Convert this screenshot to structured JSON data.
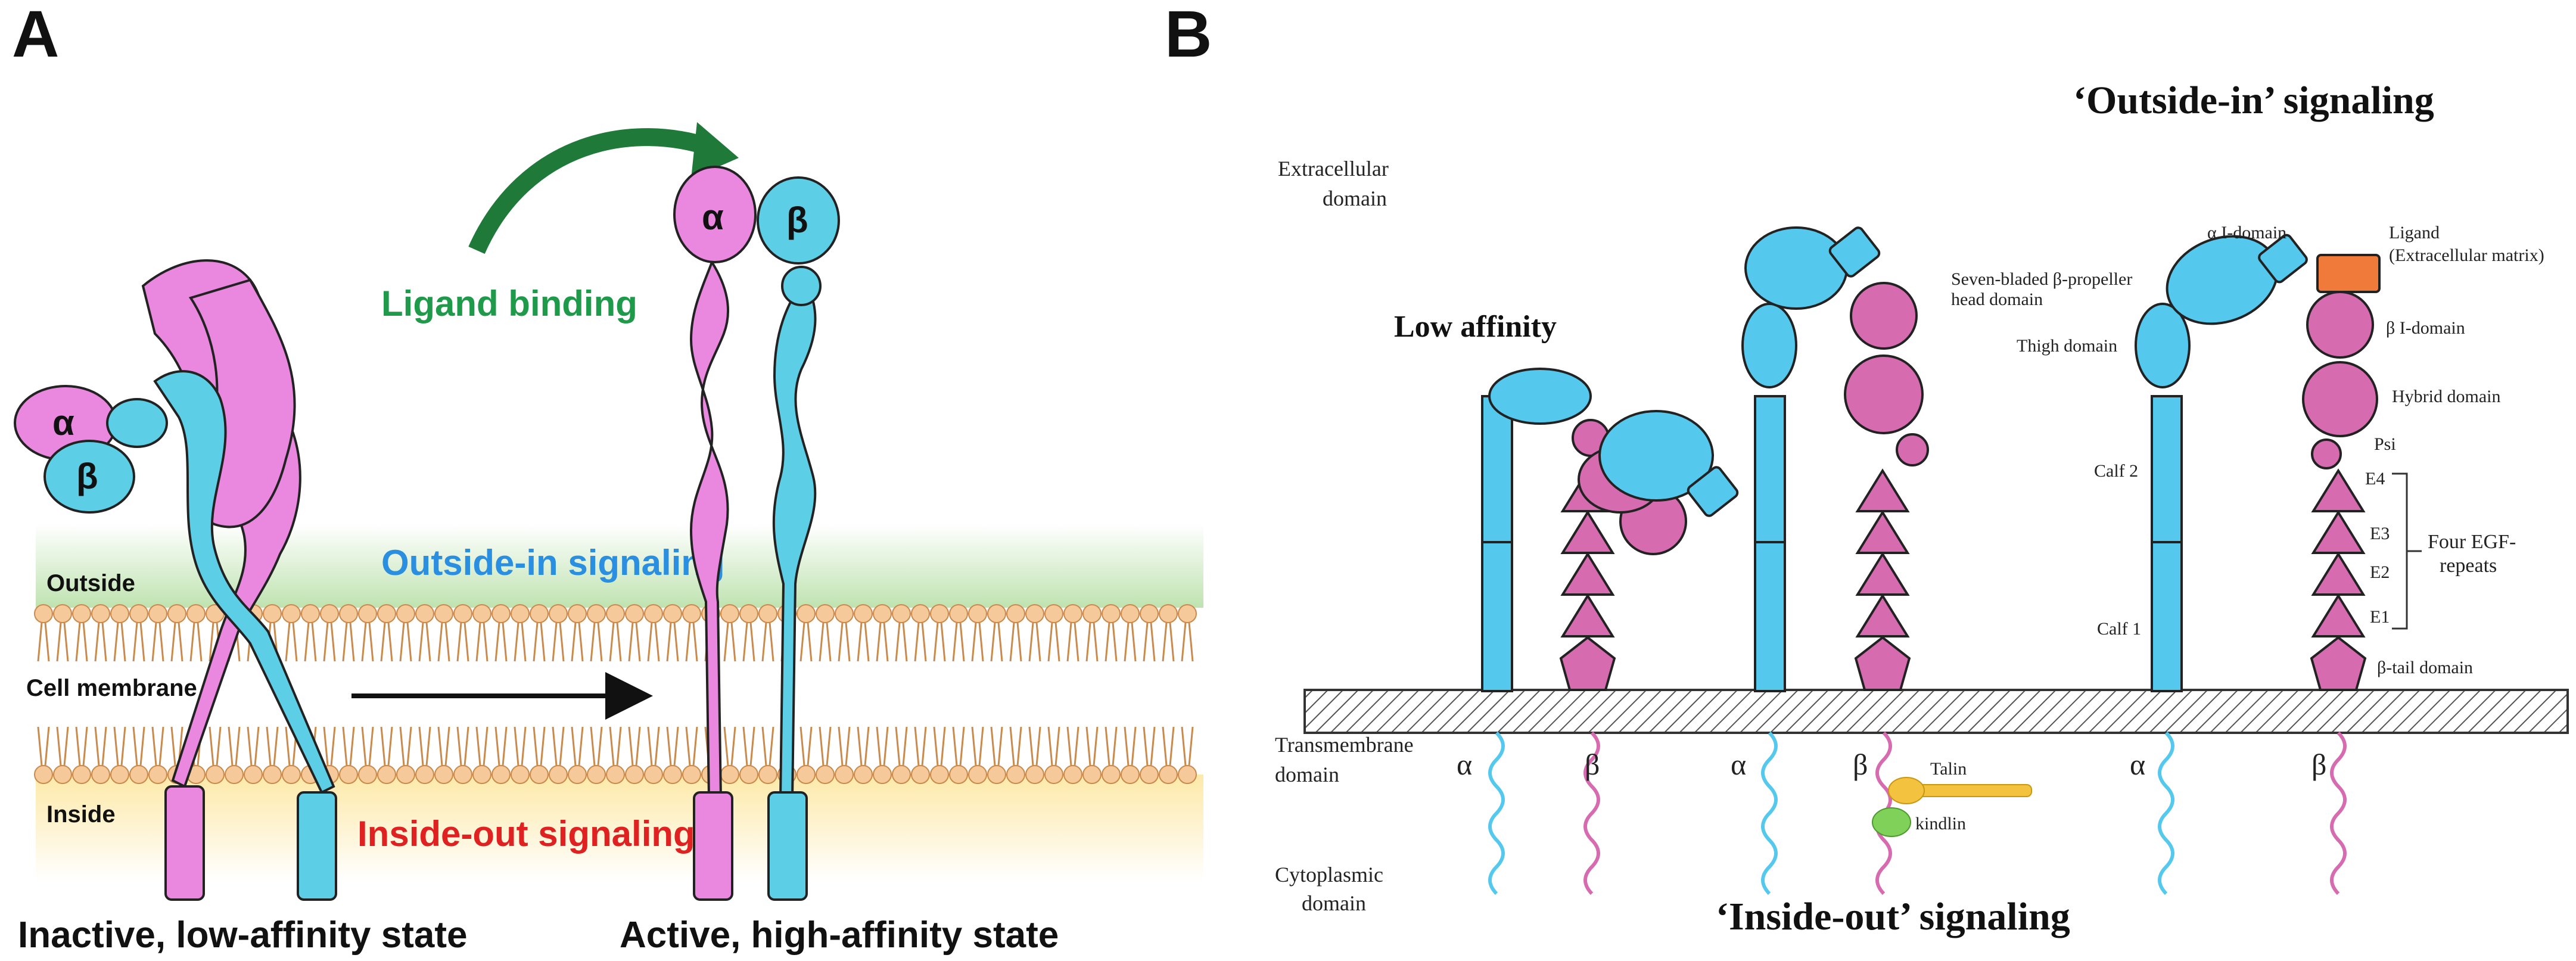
{
  "panel_a": {
    "letter": "A",
    "ligand_binding": "Ligand binding",
    "outside_in": "Outside-in signaling",
    "inside_out": "Inside-out signaling",
    "outside": "Outside",
    "cell_membrane": "Cell membrane",
    "inside": "Inside",
    "inactive_caption": "Inactive, low-affinity state",
    "active_caption": "Active, high-affinity state",
    "alpha": "α",
    "beta": "β",
    "colors": {
      "alpha_subunit": "#ea88e0",
      "beta_subunit": "#5ccfe6",
      "ligand_text": "#1e9a4a",
      "outside_in_text": "#2a8fe0",
      "inside_out_text": "#e02121",
      "lipid_head": "#f6c99a"
    }
  },
  "panel_b": {
    "letter": "B",
    "outside_in_title": "‘Outside-in’ signaling",
    "inside_out_title": "‘Inside-out’ signaling",
    "extracellular": [
      "Extracellular",
      "domain"
    ],
    "transmembrane": [
      "Transmembrane",
      "domain"
    ],
    "cytoplasmic": [
      "Cytoplasmic",
      "domain"
    ],
    "low_affinity": "Low affinity",
    "alpha": "α",
    "beta": "β",
    "talin": "Talin",
    "kindlin": "kindlin",
    "labels": {
      "alpha_i_domain": "α I-domain",
      "ligand": [
        "Ligand",
        "(Extracellular matrix)"
      ],
      "propeller": [
        "Seven-bladed β-propeller",
        "head domain"
      ],
      "thigh": "Thigh domain",
      "beta_i_domain": "β I-domain",
      "hybrid": "Hybrid domain",
      "psi": "Psi",
      "calf2": "Calf 2",
      "calf1": "Calf 1",
      "e4": "E4",
      "e3": "E3",
      "e2": "E2",
      "e1": "E1",
      "egf": [
        "Four EGF-",
        "repeats"
      ],
      "beta_tail": "β-tail domain"
    },
    "colors": {
      "alpha_subunit": "#55c8ee",
      "beta_subunit": "#d76bb0",
      "ligand": "#f07a3a",
      "talin": "#f3c23f",
      "kindlin": "#7fd15a"
    }
  }
}
